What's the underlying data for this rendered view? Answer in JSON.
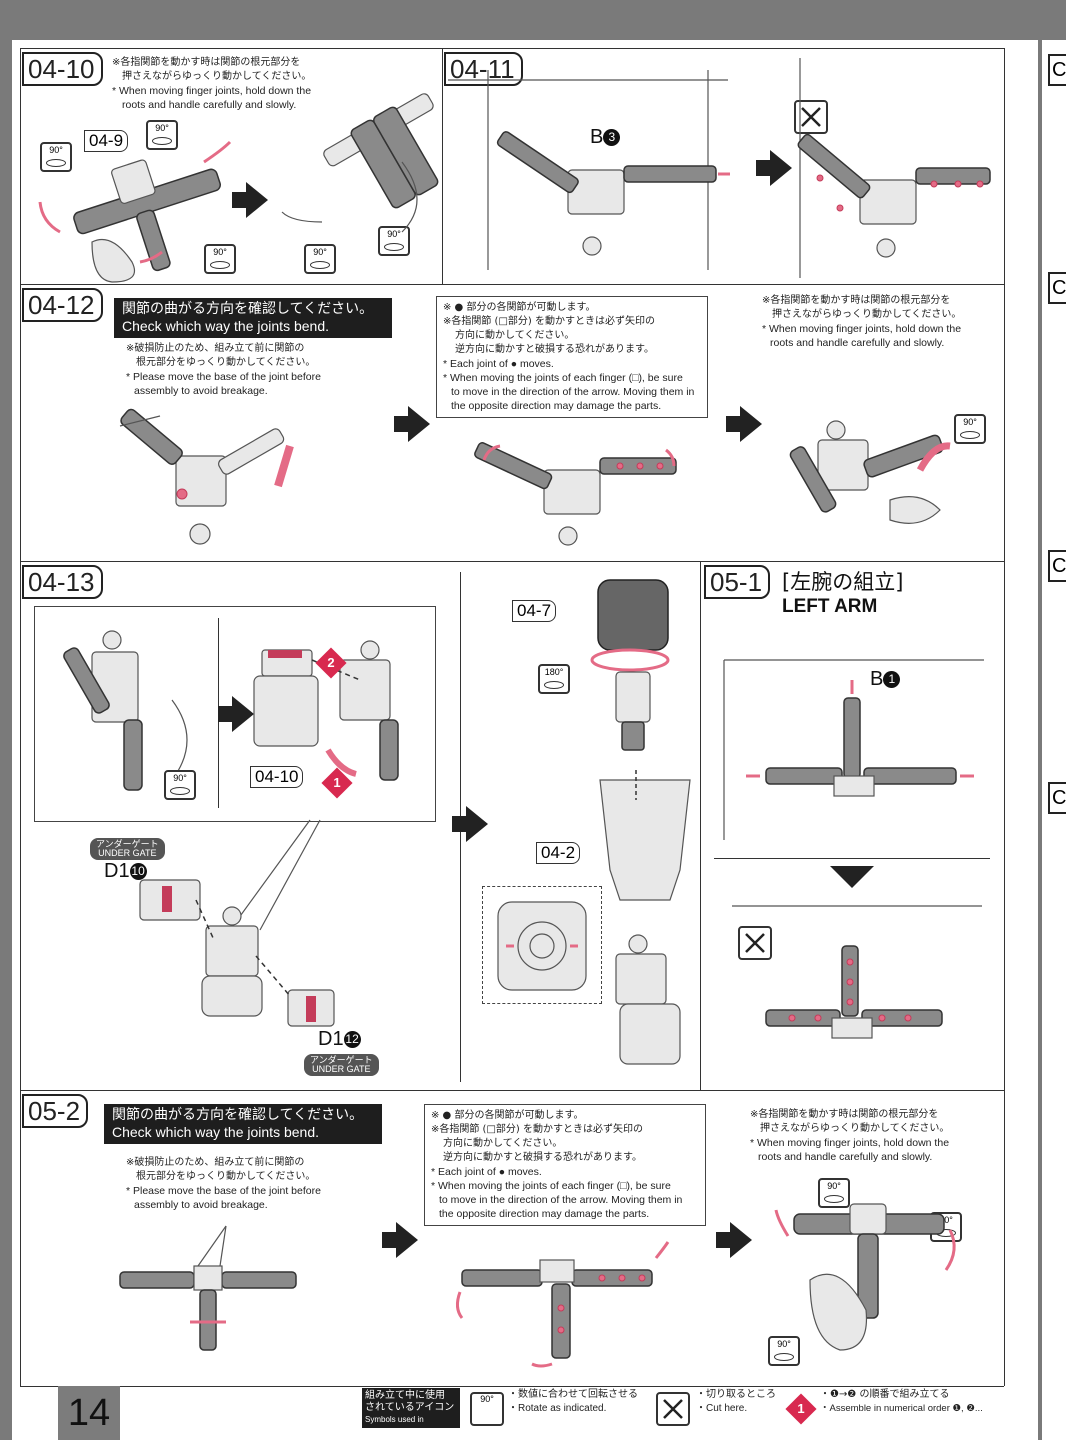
{
  "page_number": "14",
  "side_tabs": [
    "C",
    "C",
    "C",
    "C"
  ],
  "steps": {
    "s0410": {
      "label": "04-10",
      "note_jp_1": "※各指関節を動かす時は関節の根元部分を",
      "note_jp_2": "押さえながらゆっくり動かしてください。",
      "note_en_1": "* When moving finger joints, hold down the",
      "note_en_2": "roots and handle carefully and slowly.",
      "ref": "04-9",
      "angle": "90°"
    },
    "s0411": {
      "label": "04-11",
      "part": "B",
      "part_num": "3"
    },
    "s0412": {
      "label": "04-12",
      "bar_jp": "関節の曲がる方向を確認してください。",
      "bar_en": "Check which way the joints bend.",
      "base_jp_1": "※破損防止のため、組み立て前に関節の",
      "base_jp_2": "根元部分をゆっくり動かしてください。",
      "base_en_1": "* Please move the base of the joint before",
      "base_en_2": "assembly to avoid breakage.",
      "moves_jp_1": "※ ● 部分の各関節が可動します。",
      "moves_jp_2": "※各指関節 (□部分) を動かすときは必ず矢印の",
      "moves_jp_3": "方向に動かしてください。",
      "moves_jp_4": "逆方向に動かすと破損する恐れがあります。",
      "moves_en_1": "* Each joint of ● moves.",
      "moves_en_2": "* When moving the joints of each finger (□), be sure",
      "moves_en_3": "to move in the direction of the arrow. Moving them in",
      "moves_en_4": "the opposite direction may damage the parts.",
      "hold_jp_1": "※各指関節を動かす時は関節の根元部分を",
      "hold_jp_2": "押さえながらゆっくり動かしてください。",
      "hold_en_1": "* When moving finger joints, hold down the",
      "hold_en_2": "roots and handle carefully and slowly.",
      "angle": "90°"
    },
    "s0413": {
      "label": "04-13",
      "ref_a": "04-10",
      "ref_b": "04-7",
      "ref_c": "04-2",
      "angle": "90°",
      "angle_180": "180°",
      "gate_jp": "アンダーゲート",
      "gate_en": "UNDER GATE",
      "part_a": "D1",
      "part_a_num": "10",
      "part_b": "D1",
      "part_b_num": "12",
      "order_1": "1",
      "order_2": "2"
    },
    "s0501": {
      "label": "05-1",
      "title_jp": "[左腕の組立]",
      "title_en": "LEFT ARM",
      "part": "B",
      "part_num": "1"
    },
    "s0502": {
      "label": "05-2",
      "bar_jp": "関節の曲がる方向を確認してください。",
      "bar_en": "Check which way the joints bend.",
      "base_jp_1": "※破損防止のため、組み立て前に関節の",
      "base_jp_2": "根元部分をゆっくり動かしてください。",
      "base_en_1": "* Please move the base of the joint before",
      "base_en_2": "assembly to avoid breakage.",
      "moves_jp_1": "※ ● 部分の各関節が可動します。",
      "moves_jp_2": "※各指関節 (□部分) を動かすときは必ず矢印の",
      "moves_jp_3": "方向に動かしてください。",
      "moves_jp_4": "逆方向に動かすと破損する恐れがあります。",
      "moves_en_1": "* Each joint of ● moves.",
      "moves_en_2": "* When moving the joints of each finger (□), be sure",
      "moves_en_3": "to move in the direction of the arrow. Moving them in",
      "moves_en_4": "the opposite direction may damage the parts.",
      "hold_jp_1": "※各指関節を動かす時は関節の根元部分を",
      "hold_jp_2": "押さえながらゆっくり動かしてください。",
      "hold_en_1": "* When moving finger joints, hold down the",
      "hold_en_2": "roots and handle carefully and slowly.",
      "angle": "90°"
    }
  },
  "legend": {
    "head_jp_1": "組み立て中に使用",
    "head_jp_2": "されているアイコン",
    "head_en": "Symbols used in instructions",
    "rotate_icon_text": "90°",
    "rotate_jp": "・数値に合わせて回転させる",
    "rotate_en": "・Rotate as indicated.",
    "cut_jp": "・切り取るところ",
    "cut_en": "・Cut here.",
    "order_icon_text": "1",
    "order_jp": "・❶→❷ の順番で組み立てる",
    "order_en": "・Assemble in numerical order ❶, ❷..."
  },
  "colors": {
    "accent": "#e46b86",
    "dark": "#1e1e1e",
    "part_gray": "#8a8a8a"
  }
}
